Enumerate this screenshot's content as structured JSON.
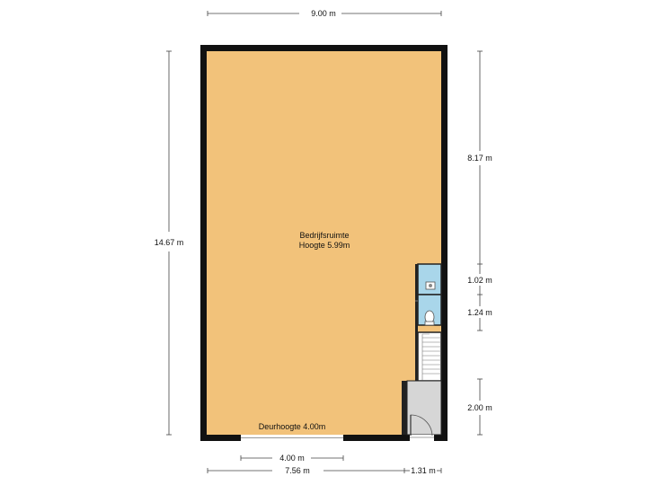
{
  "colors": {
    "wall": "#111111",
    "main_floor": "#f2c27a",
    "wet_room": "#a9d6ea",
    "service_floor": "#d6d6d6",
    "stairs_floor": "#ffffff",
    "dimension_line": "#444444"
  },
  "rooms": {
    "main": {
      "name": "Bedrijfsruimte",
      "height": "Hoogte 5.99m"
    },
    "door_label": "Deurhoogte 4.00m"
  },
  "dimensions": {
    "top_width": "9.00 m",
    "left_height": "14.67 m",
    "right_upper": "8.17 m",
    "right_wet1": "1.02 m",
    "right_wet2": "1.24 m",
    "right_lower": "2.00 m",
    "bottom_door": "4.00 m",
    "bottom_main": "7.56 m",
    "bottom_side": "1.31 m"
  },
  "icons": {
    "sink": "sink-icon",
    "toilet": "toilet-icon",
    "stairs": "stairs-icon",
    "door": "door-swing-icon"
  }
}
